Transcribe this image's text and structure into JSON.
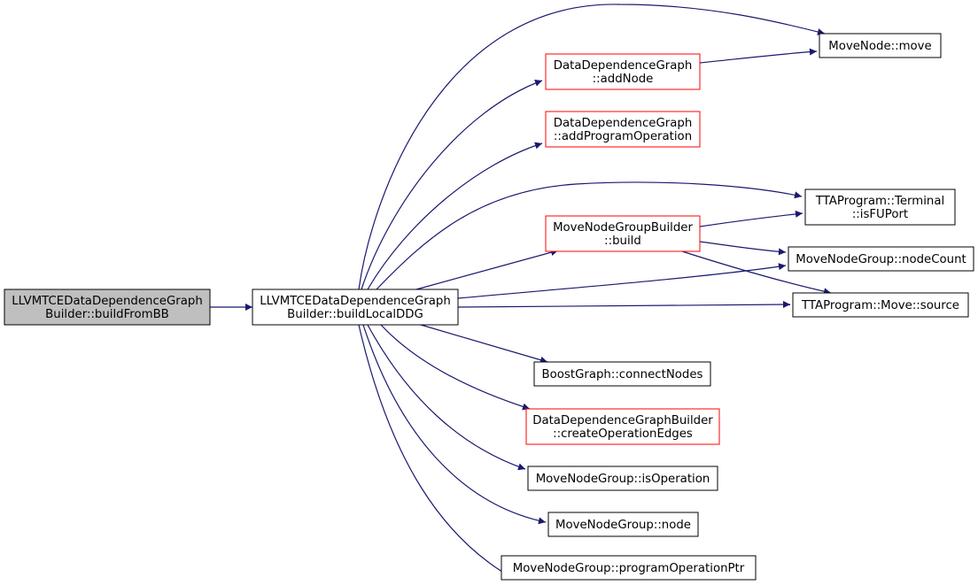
{
  "colors": {
    "edge": "#191970",
    "normal_border": "#000000",
    "incomplete_border": "#ff0000",
    "current_fill": "#bfbfbf"
  },
  "nodes": [
    {
      "id": "fromBB",
      "lines": [
        "LLVMTCEDataDependenceGraph",
        "Builder::buildFromBB"
      ],
      "style": "current"
    },
    {
      "id": "localDDG",
      "lines": [
        "LLVMTCEDataDependenceGraph",
        "Builder::buildLocalDDG"
      ],
      "style": "normal"
    },
    {
      "id": "move",
      "lines": [
        "MoveNode::move"
      ],
      "style": "normal"
    },
    {
      "id": "addNode",
      "lines": [
        "DataDependenceGraph",
        "::addNode"
      ],
      "style": "red"
    },
    {
      "id": "addProgOp",
      "lines": [
        "DataDependenceGraph",
        "::addProgramOperation"
      ],
      "style": "red"
    },
    {
      "id": "isFUPort",
      "lines": [
        "TTAProgram::Terminal",
        "::isFUPort"
      ],
      "style": "normal"
    },
    {
      "id": "mngbBuild",
      "lines": [
        "MoveNodeGroupBuilder",
        "::build"
      ],
      "style": "red"
    },
    {
      "id": "nodeCount",
      "lines": [
        "MoveNodeGroup::nodeCount"
      ],
      "style": "normal"
    },
    {
      "id": "source",
      "lines": [
        "TTAProgram::Move::source"
      ],
      "style": "normal"
    },
    {
      "id": "connectNodes",
      "lines": [
        "BoostGraph::connectNodes"
      ],
      "style": "normal"
    },
    {
      "id": "createOpEdges",
      "lines": [
        "DataDependenceGraphBuilder",
        "::createOperationEdges"
      ],
      "style": "red"
    },
    {
      "id": "isOperation",
      "lines": [
        "MoveNodeGroup::isOperation"
      ],
      "style": "normal"
    },
    {
      "id": "mngNode",
      "lines": [
        "MoveNodeGroup::node"
      ],
      "style": "normal"
    },
    {
      "id": "progOpPtr",
      "lines": [
        "MoveNodeGroup::programOperationPtr"
      ],
      "style": "normal"
    }
  ]
}
